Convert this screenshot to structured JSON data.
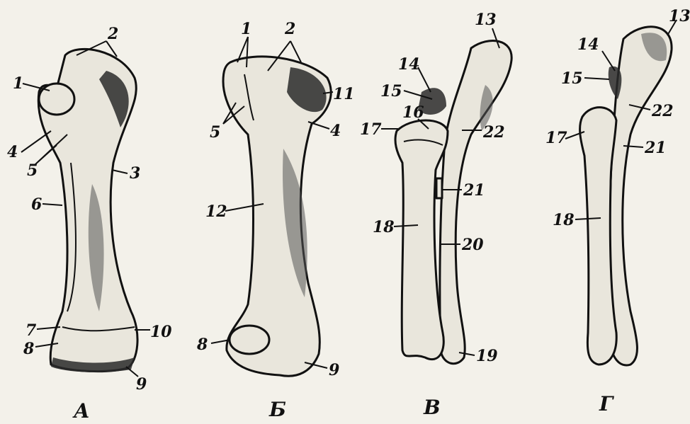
{
  "figures": [
    {
      "caption": "А"
    },
    {
      "caption": "Б"
    },
    {
      "caption": "В"
    },
    {
      "caption": "Г"
    }
  ],
  "labels": {
    "a": [
      "1",
      "2",
      "3",
      "4",
      "5",
      "6",
      "7",
      "8",
      "9",
      "10"
    ],
    "b": [
      "1",
      "2",
      "11",
      "4",
      "5",
      "12",
      "8",
      "9"
    ],
    "c": [
      "13",
      "14",
      "15",
      "16",
      "17",
      "22",
      "21",
      "18",
      "20",
      "19"
    ],
    "d": [
      "13",
      "14",
      "15",
      "17",
      "22",
      "21",
      "18"
    ]
  }
}
